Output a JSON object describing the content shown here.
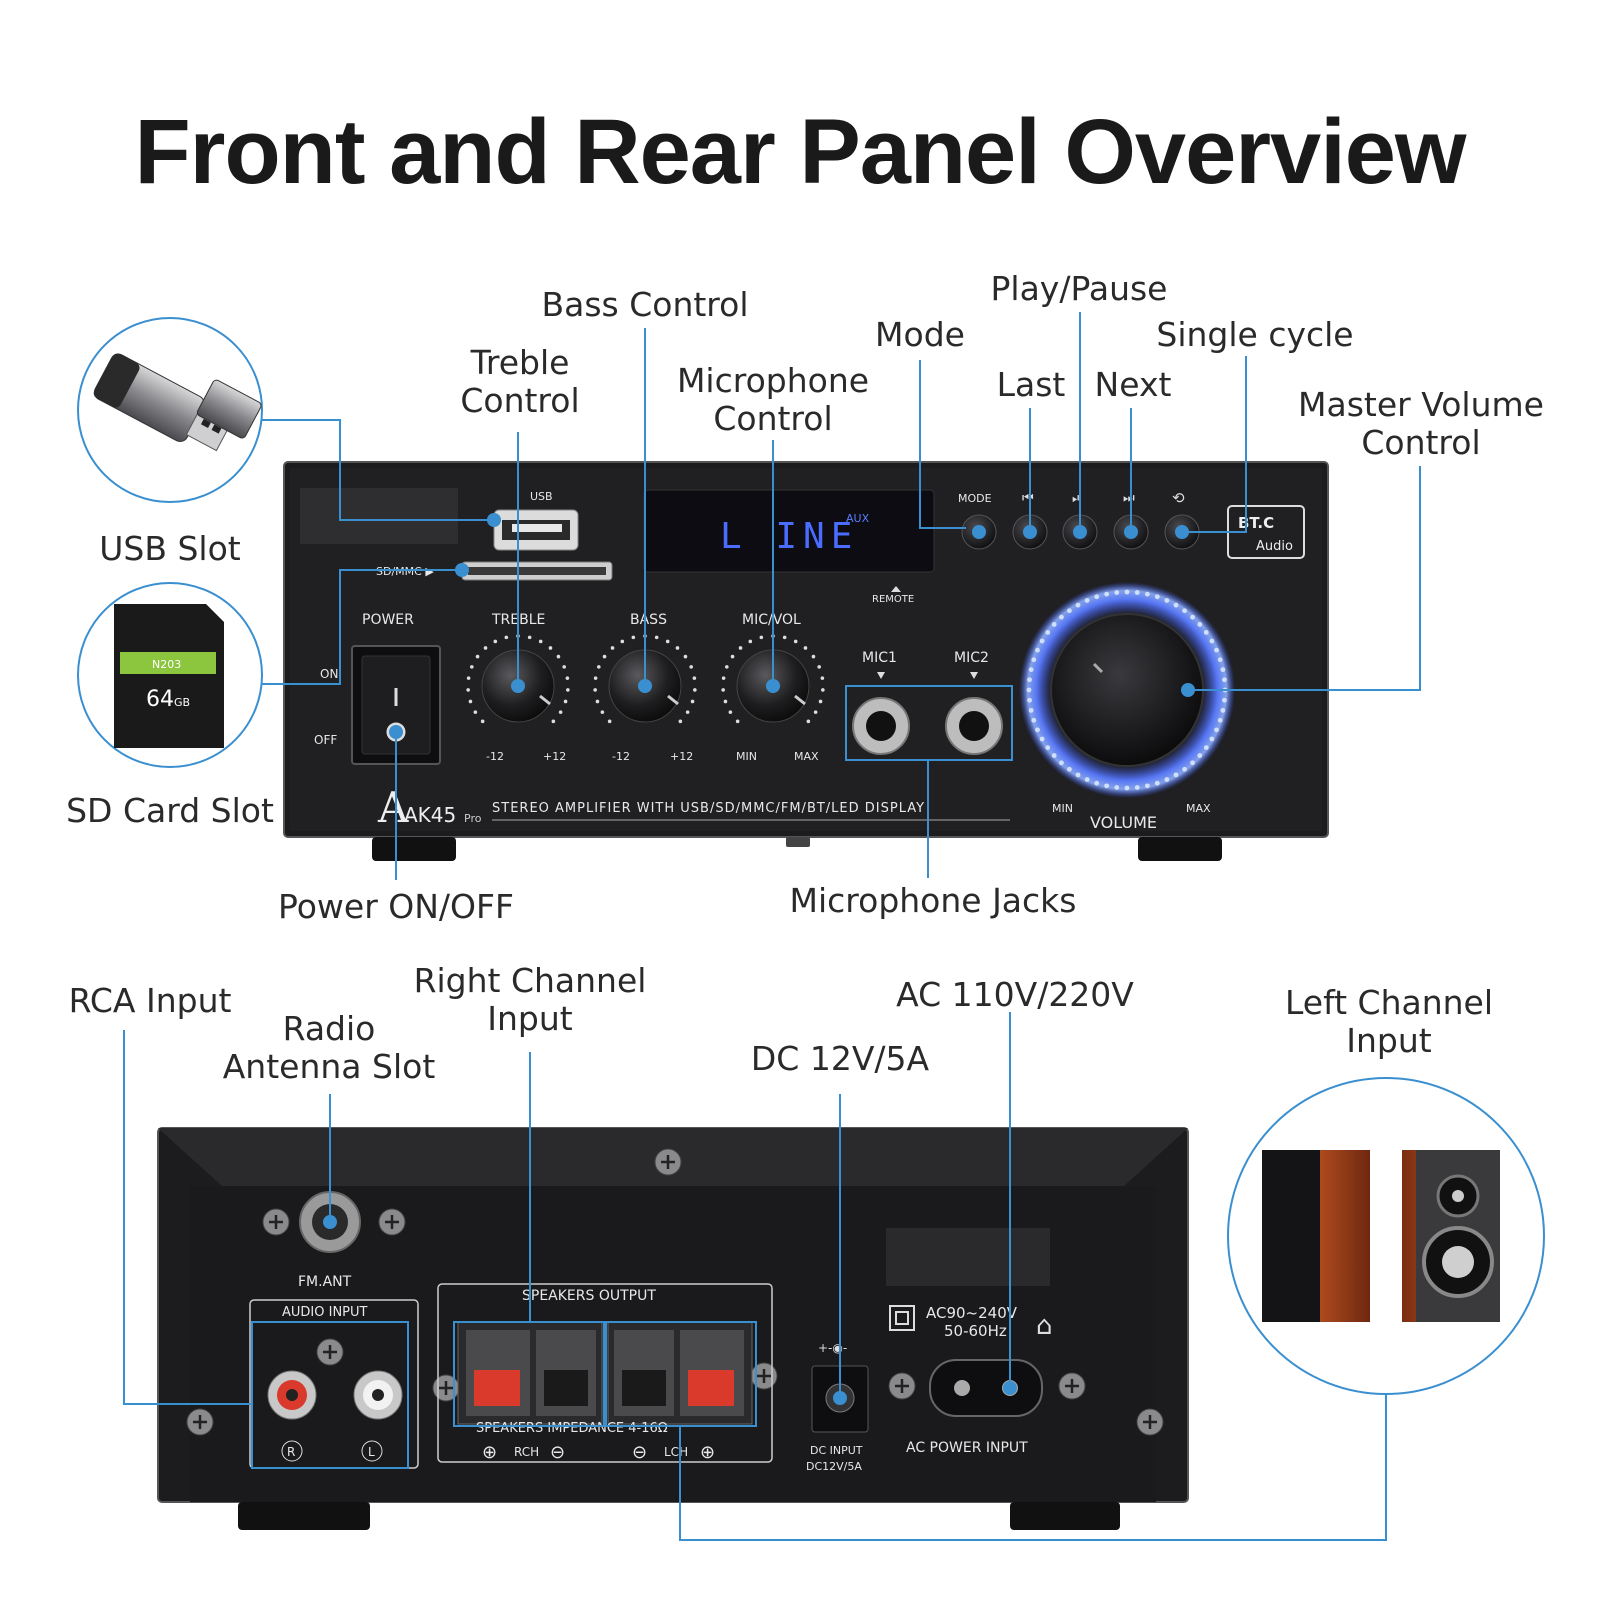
{
  "title": "Front and Rear Panel Overview",
  "colors": {
    "callout_line": "#3a8fd0",
    "panel_body": "#1c1c1e",
    "panel_edge": "#444448",
    "display_blue": "#4a6cff",
    "speaker_red": "#d93a2b",
    "sd_green": "#8cc63f"
  },
  "front_callouts": {
    "usb_slot": "USB Slot",
    "sd_card_slot": "SD Card Slot",
    "treble_control": [
      "Treble",
      "Control"
    ],
    "bass_control": "Bass Control",
    "microphone_control": [
      "Microphone",
      "Control"
    ],
    "mode": "Mode",
    "play_pause": "Play/Pause",
    "last": "Last",
    "next": "Next",
    "single_cycle": "Single cycle",
    "master_volume": [
      "Master Volume",
      "Control"
    ],
    "power_on_off": "Power ON/OFF",
    "microphone_jacks": "Microphone Jacks"
  },
  "rear_callouts": {
    "rca_input": "RCA Input",
    "radio_antenna": [
      "Radio",
      "Antenna Slot"
    ],
    "right_channel": [
      "Right Channel",
      "Input"
    ],
    "ac_power": "AC 110V/220V",
    "dc_power": "DC 12V/5A",
    "left_channel": [
      "Left Channel",
      "Input"
    ]
  },
  "front_panel": {
    "usb_label": "USB",
    "sd_label": "SD/MMC ▶",
    "display_text": "L INE",
    "display_aux": "AUX",
    "remote_label": "REMOTE",
    "mode_label": "MODE",
    "power_label": "POWER",
    "on_label": "ON",
    "off_label": "OFF",
    "treble_label": "TREBLE",
    "bass_label": "BASS",
    "mic_vol_label": "MIC/VOL",
    "minus12": "-12",
    "plus12": "+12",
    "min_label": "MIN",
    "max_label": "MAX",
    "mic1": "MIC1",
    "mic2": "MIC2",
    "model": "AK45",
    "model_suffix": "Pro",
    "tagline": "STEREO AMPLIFIER WITH USB/SD/MMC/FM/BT/LED DISPLAY",
    "volume_label": "VOLUME",
    "bt_label": "BT.C",
    "bt_audio": "Audio",
    "sd_card_text": "N203",
    "sd_card_capacity": "64",
    "sd_card_unit": "GB"
  },
  "rear_panel": {
    "fm_ant": "FM.ANT",
    "audio_input": "AUDIO INPUT",
    "speakers_output": "SPEAKERS OUTPUT",
    "speakers_impedance": "SPEAKERS IMPEDANCE 4-16Ω",
    "rch": "RCH",
    "lch": "LCH",
    "r": "R",
    "l": "L",
    "ac_rating": "AC90~240V",
    "ac_freq": "50-60Hz",
    "ac_power_input": "AC POWER INPUT",
    "dc_input": "DC INPUT",
    "dc_rating": "DC12V/5A"
  }
}
